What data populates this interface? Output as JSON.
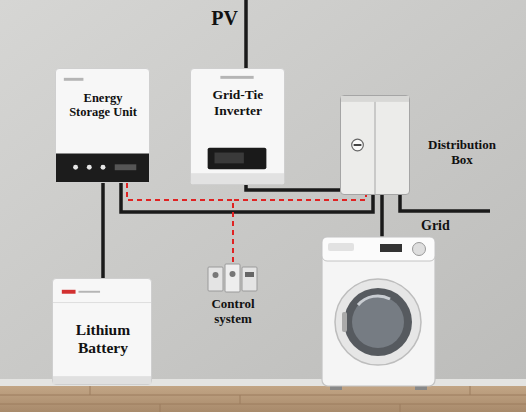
{
  "diagram": {
    "nodes": [
      {
        "text": [
          "Energy Storage Unit"
        ]
      },
      {
        "text": [
          "Grid-Tie Inverter"
        ]
      },
      {
        "text": [
          "Distribution Box"
        ]
      },
      {
        "text": [
          "Lithium Battery"
        ]
      },
      {
        "text": [
          "Control system"
        ]
      }
    ],
    "edges": [
      {
        "from": 0,
        "to": 3,
        "arrow": "none"
      },
      {
        "from": 1,
        "to": 2,
        "arrow": "none"
      },
      {
        "from": 0,
        "to": 2,
        "arrow": "none"
      },
      {
        "from": 4,
        "to": 0,
        "arrow": "none"
      },
      {
        "from": 4,
        "to": 2,
        "arrow": "none"
      }
    ],
    "labels": [
      "PV",
      "Grid"
    ]
  }
}
